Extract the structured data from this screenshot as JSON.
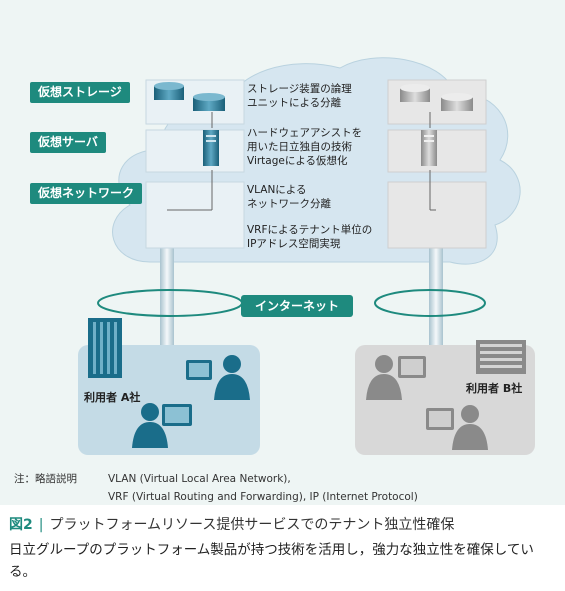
{
  "layers": {
    "storage_tag": "仮想ストレージ",
    "server_tag": "仮想サーバ",
    "network_tag": "仮想ネットワーク"
  },
  "annotations": {
    "storage_1": "ストレージ装置の論理",
    "storage_2": "ユニットによる分離",
    "server_1": "ハードウェアアシストを",
    "server_2": "用いた日立独自の技術",
    "server_3": "Virtageによる仮想化",
    "network_1": "VLANによる",
    "network_2": "ネットワーク分離",
    "vrf_1": "VRFによるテナント単位の",
    "vrf_2": "IPアドレス空間実現"
  },
  "internet_label": "インターネット",
  "companies": {
    "a": "利用者 A社",
    "b": "利用者 B社"
  },
  "note": {
    "prefix": "注：略語説明",
    "line1": "VLAN (Virtual Local Area Network),",
    "line2": "VRF (Virtual Routing and Forwarding), IP (Internet Protocol)"
  },
  "caption": {
    "number": "図2",
    "title": "プラットフォームリソース提供サービスでのテナント独立性確保",
    "body": "日立グループのプラットフォーム製品が持つ技術を活用し，強力な独立性を確保している。"
  },
  "colors": {
    "accent": "#1e8a7e",
    "cloud": "#d6e6f0",
    "tenant_a": "#1a6d8a",
    "tenant_b": "#8a8a8a"
  }
}
